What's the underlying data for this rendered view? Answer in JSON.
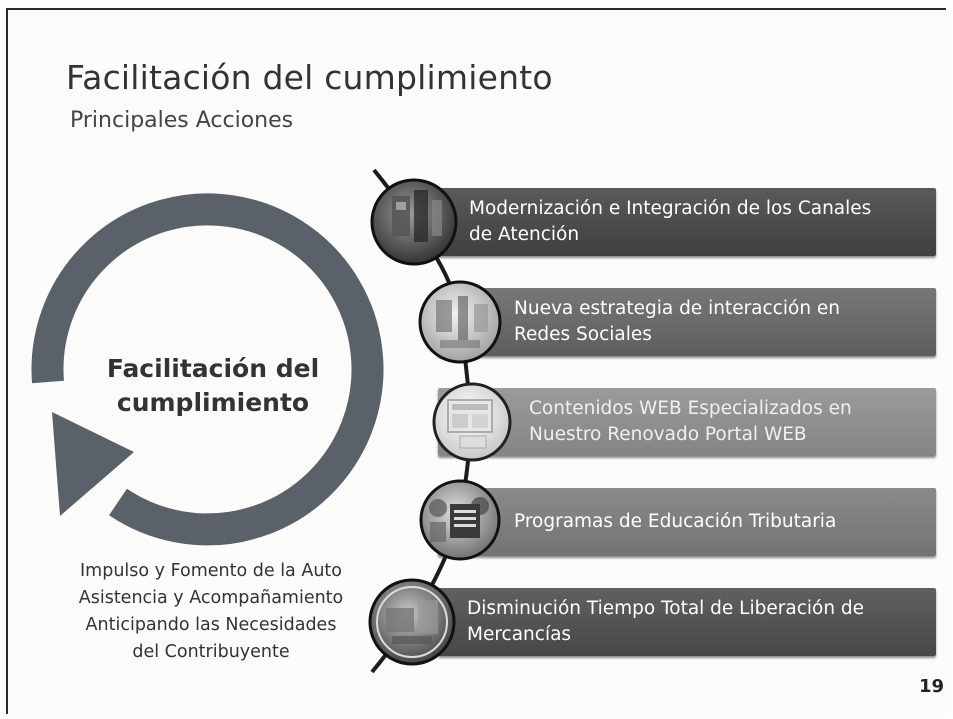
{
  "slide": {
    "title": "Facilitación del cumplimiento",
    "subtitle": "Principales Acciones",
    "page_number": "19"
  },
  "cycle": {
    "label_line1": "Facilitación del",
    "label_line2": "cumplimiento",
    "arrow_color": "#5b6168"
  },
  "impulse": {
    "line1": "Impulso y Fomento de la Auto",
    "line2": "Asistencia y Acompañamiento",
    "line3": "Anticipando las Necesidades",
    "line4": "del Contribuyente"
  },
  "actions": [
    {
      "line1": "Modernización e Integración de los Canales",
      "line2": "de Atención",
      "icon": "office-photo-icon"
    },
    {
      "line1": "Nueva estrategia de interacción en",
      "line2": "Redes Sociales",
      "icon": "social-network-photo-icon"
    },
    {
      "line1": "Contenidos WEB Especializados en",
      "line2": "Nuestro Renovado Portal WEB",
      "icon": "web-portal-photo-icon"
    },
    {
      "line1": "Programas de Educación Tributaria",
      "line2": "",
      "icon": "education-photo-icon"
    },
    {
      "line1": "Disminución Tiempo Total de Liberación de",
      "line2": "Mercancías",
      "icon": "customs-photo-icon"
    }
  ]
}
